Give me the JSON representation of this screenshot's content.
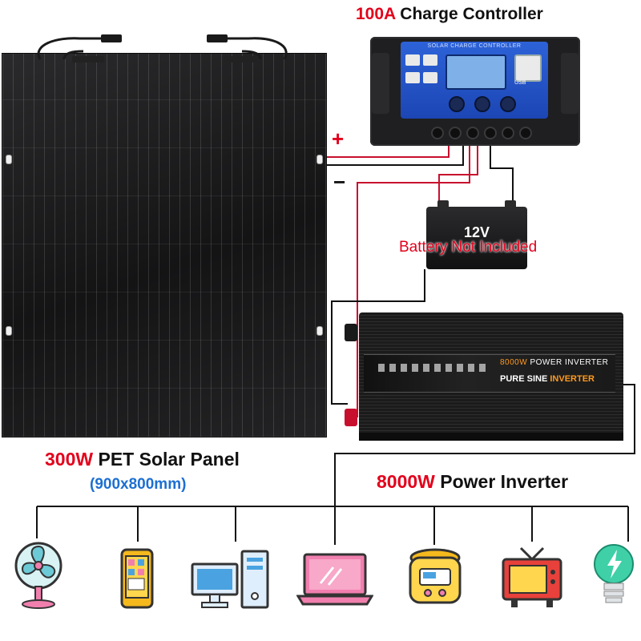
{
  "labels": {
    "controller_amp": "100A",
    "controller_name": "Charge Controller",
    "panel_power": "300W",
    "panel_name": "PET Solar Panel",
    "panel_size": "(900x800mm)",
    "inverter_power": "8000W",
    "inverter_name": "Power Inverter",
    "battery_voltage": "12V",
    "battery_note": "Battery Not Included",
    "plus_sign": "+",
    "minus_sign": "−"
  },
  "controller": {
    "title": "SOLAR CHARGE CONTROLLER",
    "usb_label": "USB"
  },
  "inverter": {
    "power_tag": "8000W",
    "subtitle": "POWER INVERTER",
    "line_pure": "PURE SINE",
    "line_inverter": "INVERTER"
  },
  "appliances": [
    "fan-icon",
    "phone-icon",
    "desktop-computer-icon",
    "laptop-icon",
    "rice-cooker-icon",
    "television-icon",
    "light-bulb-icon"
  ],
  "colors": {
    "red": "#e3001b",
    "blue": "#1d6fd1",
    "black": "#111111",
    "wire_red": "#c8102e",
    "inverter_orange": "#ff9a1e"
  }
}
